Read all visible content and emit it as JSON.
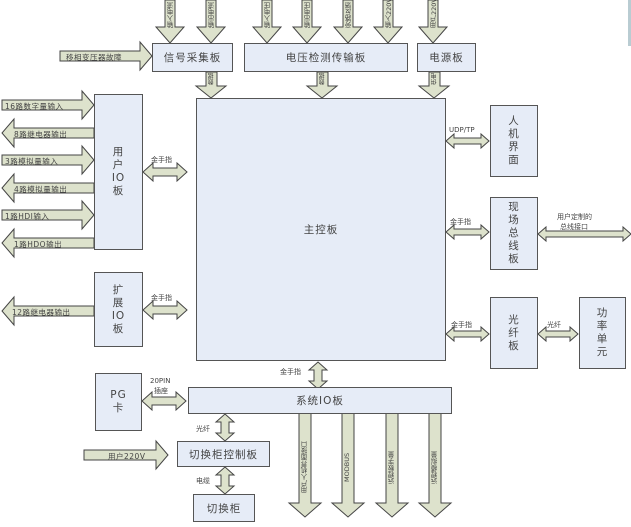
{
  "boards": {
    "main": "主控板",
    "signal": "信号采集板",
    "voltage": "电压检测传输板",
    "power": "电源板",
    "user_io": [
      "用",
      "户",
      "IO",
      "板"
    ],
    "ext_io": [
      "扩",
      "展",
      "IO",
      "板"
    ],
    "hmi": [
      "人",
      "机",
      "界",
      "面"
    ],
    "fieldbus": [
      "现",
      "场",
      "总",
      "线",
      "板"
    ],
    "fiber": [
      "光",
      "纤",
      "板"
    ],
    "power_unit": [
      "功",
      "率",
      "单",
      "元"
    ],
    "pg": [
      "PG",
      "卡"
    ],
    "sys_io": "系统IO板",
    "switch_ctrl": "切换柜控制板",
    "switch_cab": "切换柜"
  },
  "top_inputs": {
    "signal": [
      "输入电流",
      "输出电流"
    ],
    "voltage": [
      "输入电压",
      "输出电压",
      "旁路反馈",
      "输入220V"
    ],
    "power": [
      "用户220V"
    ]
  },
  "down_arrows": {
    "signal": "数据",
    "voltage": "数据",
    "power": "供电"
  },
  "left_io": {
    "transformer_fault": "移相变压器故障",
    "user_io": [
      "16路数字量输入",
      "8路继电器输出",
      "3路模拟量输入",
      "4路模拟量输出",
      "1路HDI输入",
      "1路HDO输出"
    ],
    "ext_io": [
      "12路继电器输出"
    ]
  },
  "links": {
    "gold_finger": "金手指",
    "udp": "UDP/TP",
    "user_bus": [
      "用户定制的",
      "总线接口"
    ],
    "fiber": "光纤",
    "pin20": [
      "20PIN",
      "插座"
    ],
    "cable": "电缆",
    "user_220v": "用户220V"
  },
  "bottom_outputs": [
    "用户人机界面接口",
    "MODBUS",
    "远程数字量",
    "远程模拟量"
  ]
}
